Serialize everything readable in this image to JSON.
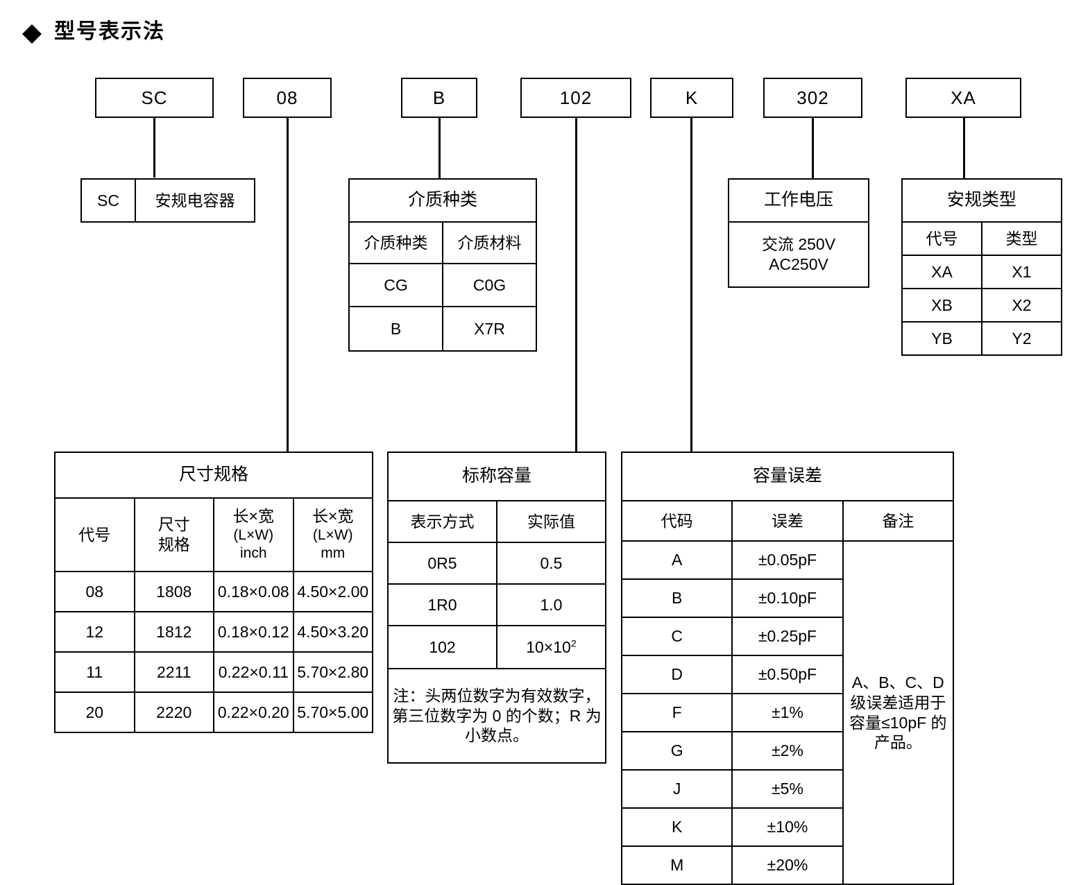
{
  "title": {
    "text": "型号表示法",
    "bullet_icon": "diamond-bullet-icon"
  },
  "part_code_boxes": [
    {
      "label": "SC",
      "name": "code-box-series"
    },
    {
      "label": "08",
      "name": "code-box-size"
    },
    {
      "label": "B",
      "name": "code-box-dielectric"
    },
    {
      "label": "102",
      "name": "code-box-capacitance"
    },
    {
      "label": "K",
      "name": "code-box-tolerance"
    },
    {
      "label": "302",
      "name": "code-box-voltage"
    },
    {
      "label": "XA",
      "name": "code-box-safety-class"
    }
  ],
  "series_legend": {
    "code": "SC",
    "description": "安规电容器"
  },
  "dielectric_table": {
    "caption": "介质种类",
    "headers": [
      "介质种类",
      "介质材料"
    ],
    "rows": [
      [
        "CG",
        "C0G"
      ],
      [
        "B",
        "X7R"
      ]
    ]
  },
  "voltage_box": {
    "caption": "工作电压",
    "line1": "交流 250V",
    "line2": "AC250V"
  },
  "safety_table": {
    "caption": "安规类型",
    "headers": [
      "代号",
      "类型"
    ],
    "rows": [
      [
        "XA",
        "X1"
      ],
      [
        "XB",
        "X2"
      ],
      [
        "YB",
        "Y2"
      ]
    ]
  },
  "size_table": {
    "caption": "尺寸规格",
    "headers": [
      {
        "line1": "代号",
        "line2": "",
        "line3": ""
      },
      {
        "line1": "尺寸",
        "line2": "规格",
        "line3": ""
      },
      {
        "line1": "长×宽",
        "line2": "(L×W)",
        "line3": "inch"
      },
      {
        "line1": "长×宽",
        "line2": "(L×W)",
        "line3": "mm"
      }
    ],
    "rows": [
      [
        "08",
        "1808",
        "0.18×0.08",
        "4.50×2.00"
      ],
      [
        "12",
        "1812",
        "0.18×0.12",
        "4.50×3.20"
      ],
      [
        "11",
        "2211",
        "0.22×0.11",
        "5.70×2.80"
      ],
      [
        "20",
        "2220",
        "0.22×0.20",
        "5.70×5.00"
      ]
    ]
  },
  "capacitance_table": {
    "caption": "标称容量",
    "headers": [
      "表示方式",
      "实际值"
    ],
    "rows": [
      {
        "code": "0R5",
        "value": "0.5",
        "value_sup": ""
      },
      {
        "code": "1R0",
        "value": "1.0",
        "value_sup": ""
      },
      {
        "code": "102",
        "value": "10×10",
        "value_sup": "2"
      }
    ],
    "note": "注：头两位数字为有效数字，第三位数字为 0 的个数；R 为小数点。"
  },
  "tolerance_table": {
    "caption": "容量误差",
    "headers": [
      "代码",
      "误差",
      "备注"
    ],
    "rows": [
      [
        "A",
        "±0.05pF"
      ],
      [
        "B",
        "±0.10pF"
      ],
      [
        "C",
        "±0.25pF"
      ],
      [
        "D",
        "±0.50pF"
      ],
      [
        "F",
        "±1%"
      ],
      [
        "G",
        "±2%"
      ],
      [
        "J",
        "±5%"
      ],
      [
        "K",
        "±10%"
      ],
      [
        "M",
        "±20%"
      ]
    ],
    "remark": "A、B、C、D 级误差适用于容量≤10pF 的产品。"
  },
  "colors": {
    "line": "#000000",
    "background": "#ffffff"
  }
}
